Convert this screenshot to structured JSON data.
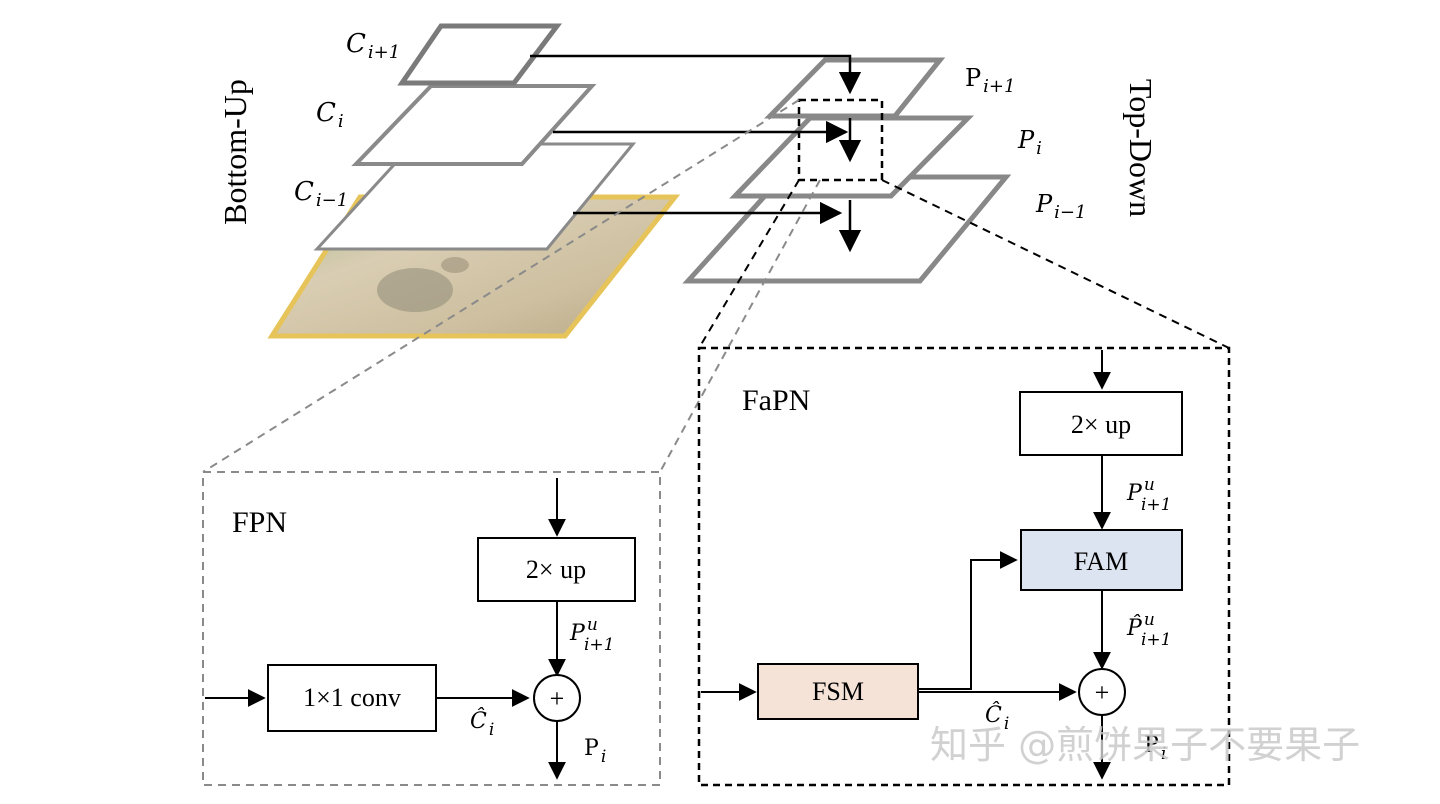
{
  "top": {
    "left_label": "Bottom-Up",
    "right_label": "Top-Down",
    "bottom_up_layers": [
      {
        "base": "C",
        "sub": "i+1"
      },
      {
        "base": "C",
        "sub": "i"
      },
      {
        "base": "C",
        "sub": "i−1"
      }
    ],
    "top_down_layers": [
      {
        "base": "P",
        "sub": "i+1"
      },
      {
        "base": "P",
        "sub": "i"
      },
      {
        "base": "P",
        "sub": "i−1"
      }
    ]
  },
  "fpn": {
    "title": "FPN",
    "up_box": "2× up",
    "conv_box": "1×1 conv",
    "plus": "+",
    "p_up": {
      "base": "P",
      "sub": "i+1",
      "sup": "u"
    },
    "c_hat": {
      "base": "Ĉ",
      "sub": "i"
    },
    "out": {
      "base": "P",
      "sub": "i"
    }
  },
  "fapn": {
    "title": "FaPN",
    "up_box": "2× up",
    "fam_box": "FAM",
    "fsm_box": "FSM",
    "plus": "+",
    "p_up": {
      "base": "P",
      "sub": "i+1",
      "sup": "u"
    },
    "p_hat_up": {
      "base": "P̂",
      "sub": "i+1",
      "sup": "u"
    },
    "c_hat": {
      "base": "Ĉ",
      "sub": "i"
    },
    "out": {
      "base": "P",
      "sub": "i"
    }
  },
  "watermark": "知乎 @煎饼果子不要果子",
  "colors": {
    "fam_fill": "#dce3f1",
    "fsm_fill": "#f5e3d8",
    "layer_stroke": "#7a7a7a",
    "dashed_gray": "#8a8a8a",
    "image_border": "#e6c45a"
  }
}
